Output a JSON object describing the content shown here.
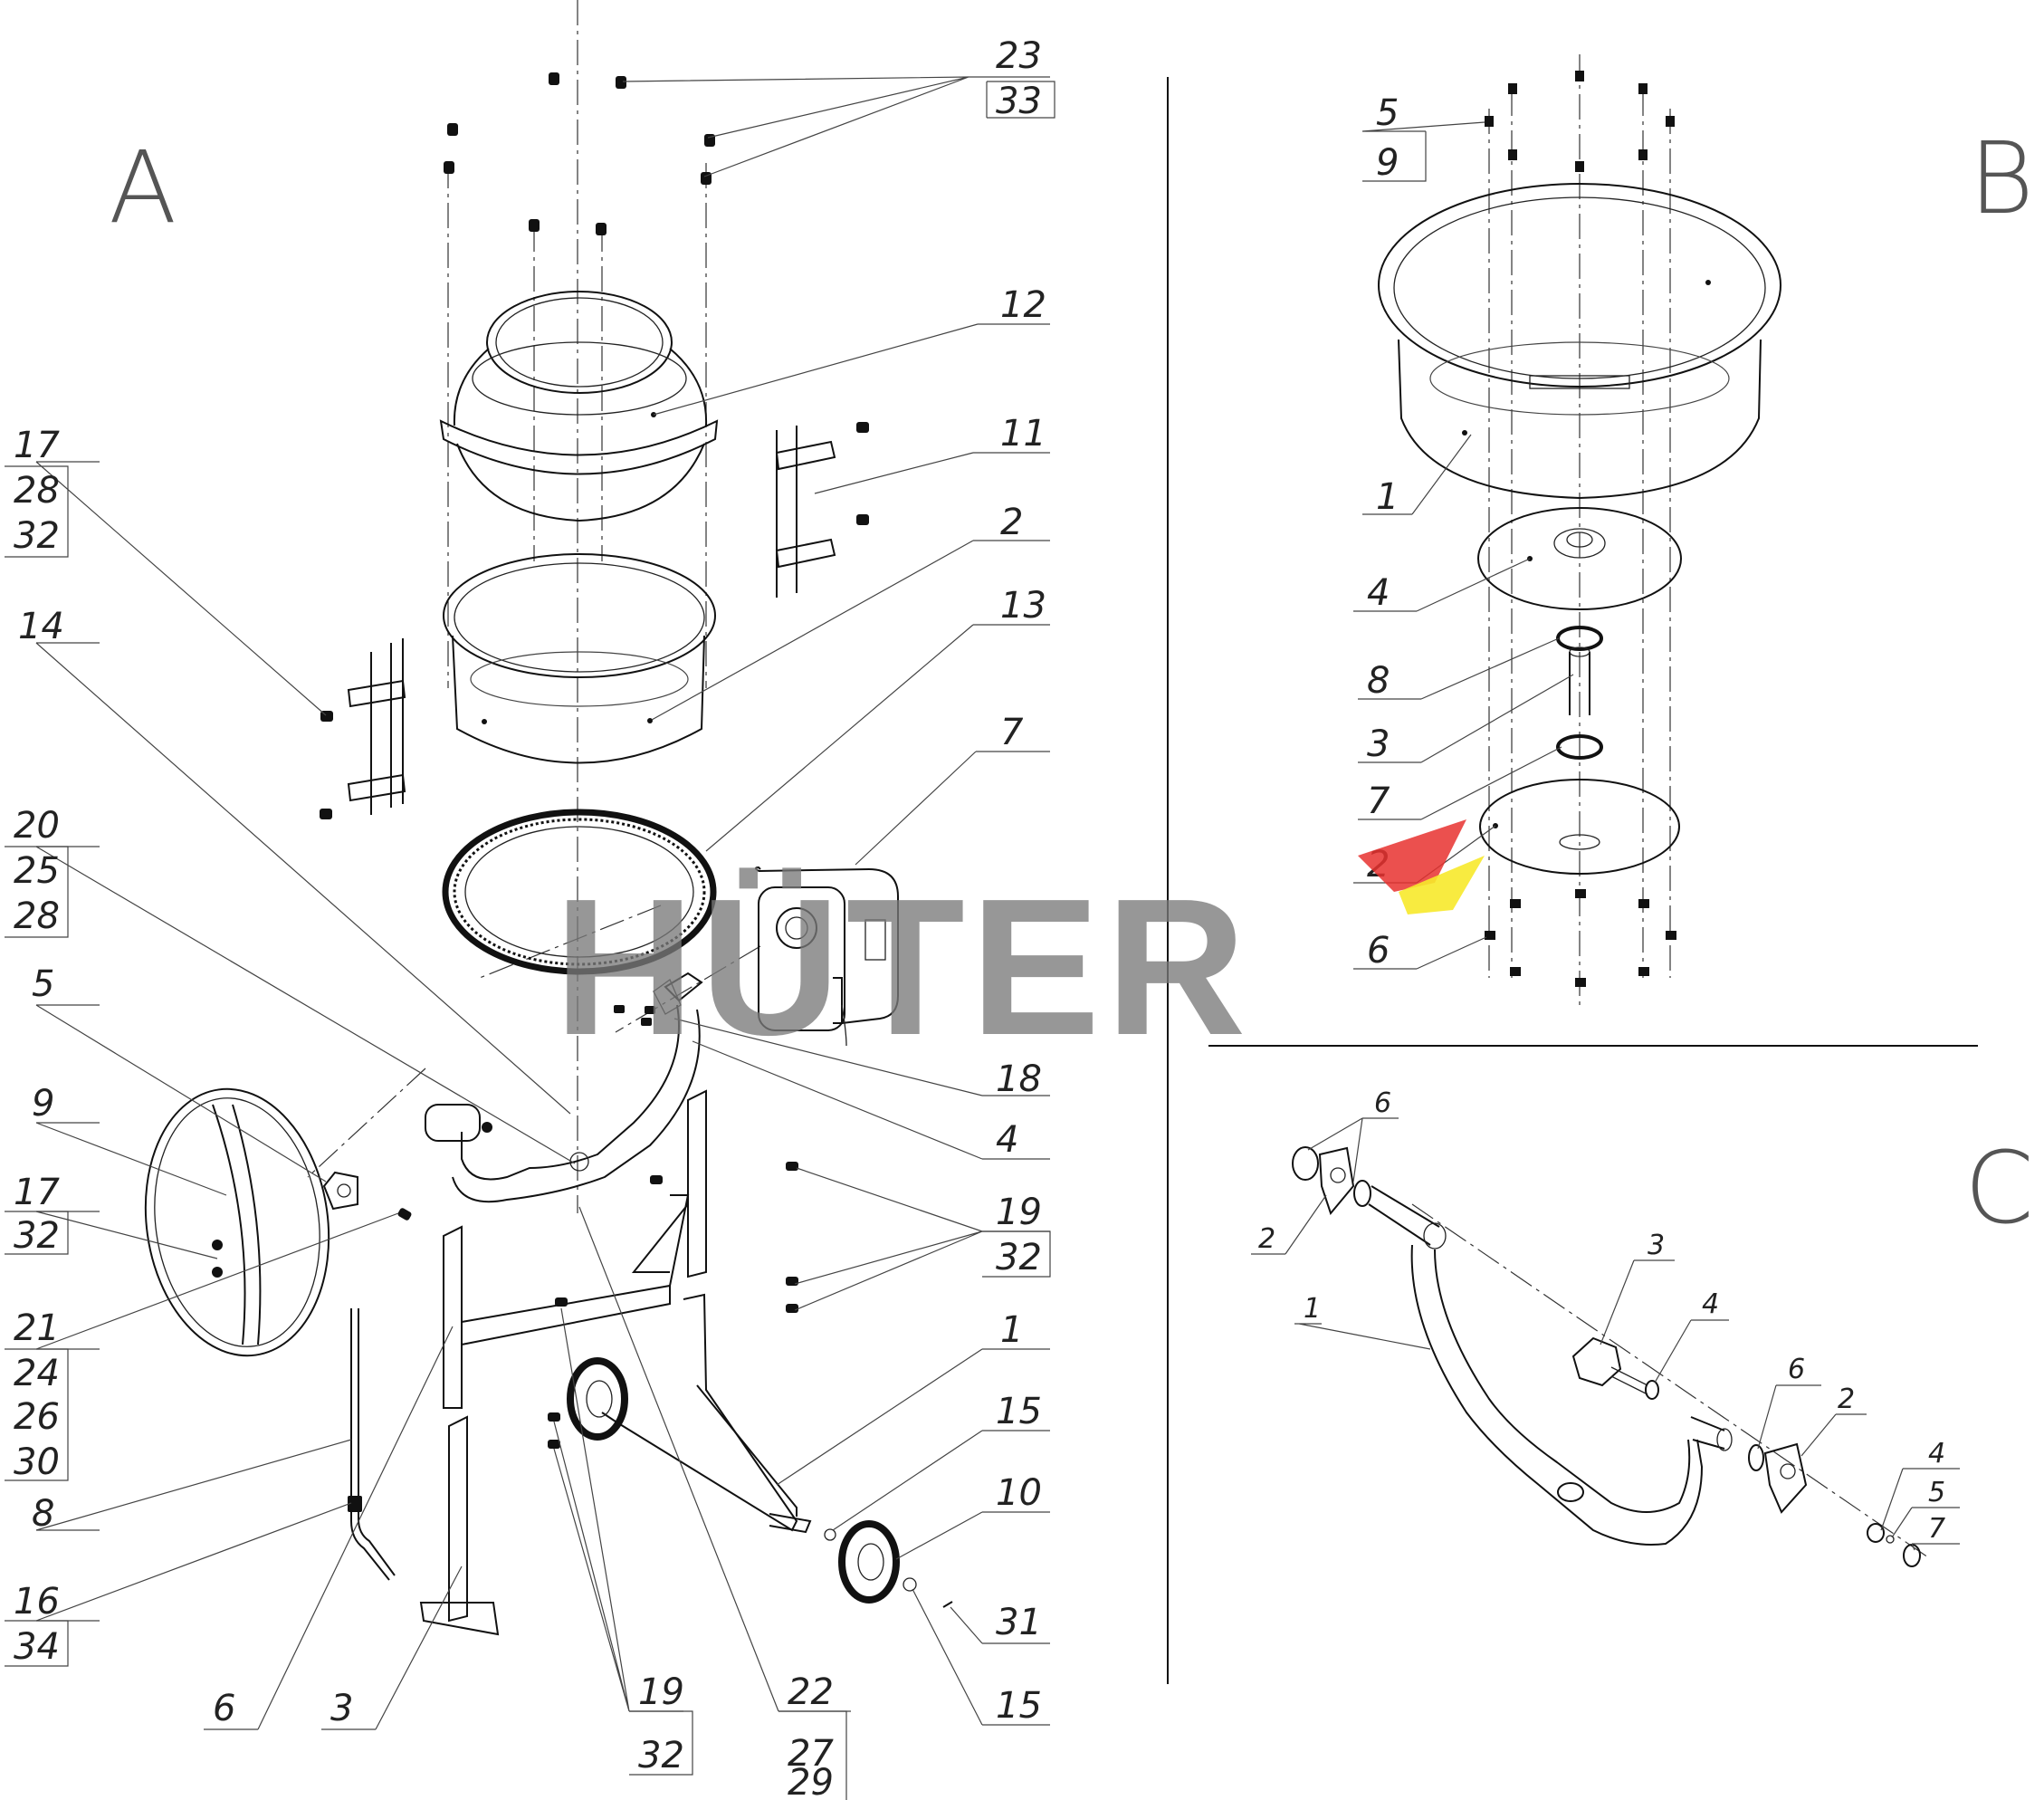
{
  "watermark": {
    "text": "HÜTER",
    "colors": {
      "gray": "#7a7a7a",
      "red": "#e8312f",
      "yellow": "#f7e92b"
    }
  },
  "sections": {
    "A": {
      "letter": "A"
    },
    "B": {
      "letter": "B"
    },
    "C": {
      "letter": "C"
    }
  },
  "labels": {
    "A": [
      "23",
      "33",
      "12",
      "11",
      "2",
      "13",
      "7",
      "17",
      "28",
      "32",
      "14",
      "20",
      "25",
      "28",
      "5",
      "9",
      "17",
      "32",
      "21",
      "24",
      "26",
      "30",
      "8",
      "16",
      "34",
      "6",
      "3",
      "19",
      "32",
      "22",
      "27",
      "29",
      "18",
      "4",
      "19",
      "32",
      "1",
      "15",
      "10",
      "31",
      "15"
    ],
    "B": [
      "5",
      "9",
      "1",
      "4",
      "8",
      "3",
      "7",
      "2",
      "6"
    ],
    "C": [
      "6",
      "2",
      "3",
      "1",
      "4",
      "6",
      "2",
      "4",
      "5",
      "7"
    ]
  }
}
